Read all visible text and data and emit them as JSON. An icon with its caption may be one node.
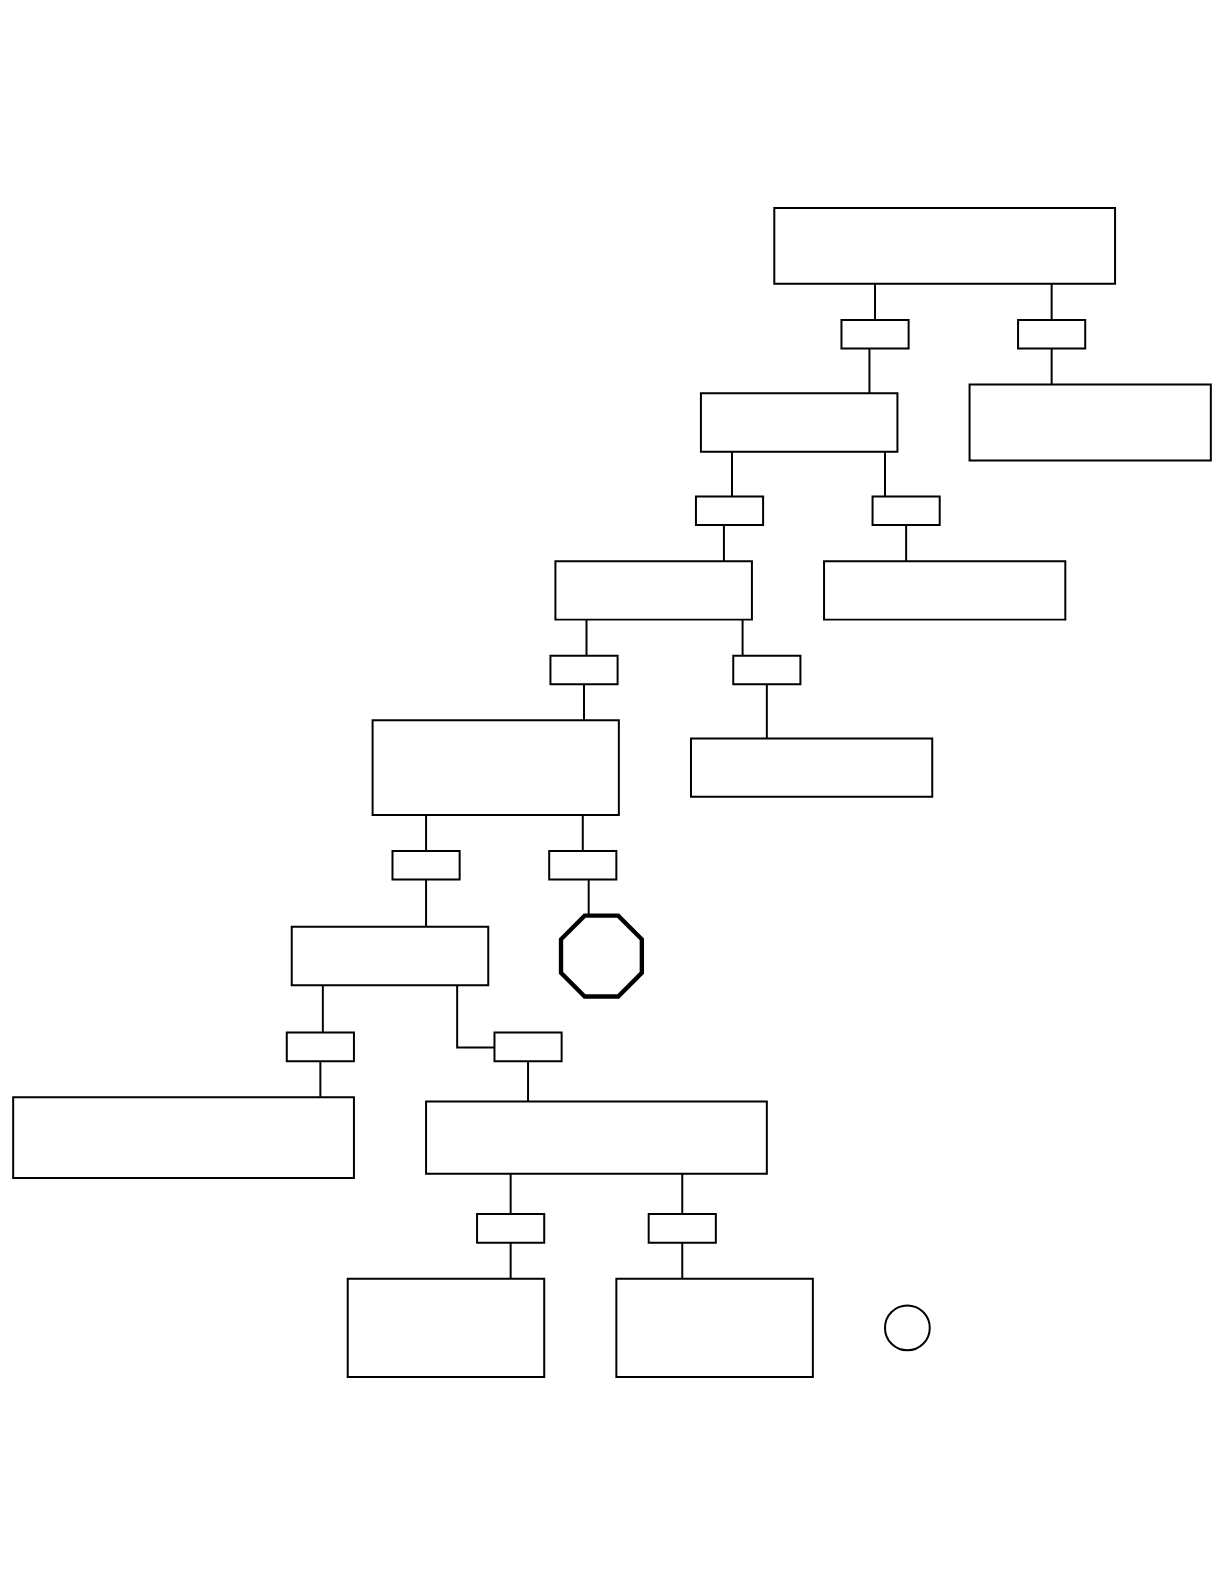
{
  "diagram": {
    "nodes": [
      {
        "text": [],
        "shape": "box"
      },
      {
        "text": [],
        "shape": "box"
      },
      {
        "text": [],
        "shape": "box"
      },
      {
        "text": [],
        "shape": "box"
      },
      {
        "text": [],
        "shape": "box"
      },
      {
        "text": [],
        "shape": "box"
      },
      {
        "text": [],
        "shape": "box"
      },
      {
        "text": [],
        "shape": "box"
      },
      {
        "text": [],
        "shape": "box"
      },
      {
        "text": [],
        "shape": "box"
      },
      {
        "text": [],
        "shape": "box"
      },
      {
        "text": [],
        "shape": "box"
      },
      {
        "text": [],
        "shape": "box"
      },
      {
        "text": [],
        "shape": "box"
      },
      {
        "text": [],
        "shape": "box"
      },
      {
        "text": [],
        "shape": "box"
      },
      {
        "text": [],
        "shape": "octagon"
      },
      {
        "text": [],
        "shape": "box"
      },
      {
        "text": [],
        "shape": "box"
      },
      {
        "text": [],
        "shape": "box"
      },
      {
        "text": [],
        "shape": "box"
      },
      {
        "text": [],
        "shape": "box"
      },
      {
        "text": [],
        "shape": "box"
      },
      {
        "text": [],
        "shape": "box"
      },
      {
        "text": [],
        "shape": "box"
      },
      {
        "text": [],
        "shape": "circle"
      }
    ],
    "edges": [
      {
        "from": 0,
        "to": 1,
        "arrow": "none"
      },
      {
        "from": 0,
        "to": 2,
        "arrow": "none"
      },
      {
        "from": 1,
        "to": 3,
        "arrow": "none"
      },
      {
        "from": 2,
        "to": 4,
        "arrow": "none"
      },
      {
        "from": 3,
        "to": 5,
        "arrow": "none"
      },
      {
        "from": 3,
        "to": 6,
        "arrow": "none"
      },
      {
        "from": 5,
        "to": 7,
        "arrow": "none"
      },
      {
        "from": 6,
        "to": 8,
        "arrow": "none"
      },
      {
        "from": 7,
        "to": 9,
        "arrow": "none"
      },
      {
        "from": 7,
        "to": 10,
        "arrow": "none"
      },
      {
        "from": 9,
        "to": 11,
        "arrow": "none"
      },
      {
        "from": 10,
        "to": 12,
        "arrow": "none"
      },
      {
        "from": 11,
        "to": 13,
        "arrow": "none"
      },
      {
        "from": 11,
        "to": 14,
        "arrow": "none"
      },
      {
        "from": 13,
        "to": 15,
        "arrow": "none"
      },
      {
        "from": 14,
        "to": 16,
        "arrow": "none"
      },
      {
        "from": 15,
        "to": 17,
        "arrow": "none"
      },
      {
        "from": 15,
        "to": 18,
        "arrow": "none"
      },
      {
        "from": 17,
        "to": 19,
        "arrow": "none"
      },
      {
        "from": 18,
        "to": 20,
        "arrow": "none"
      },
      {
        "from": 20,
        "to": 21,
        "arrow": "none"
      },
      {
        "from": 20,
        "to": 22,
        "arrow": "none"
      },
      {
        "from": 21,
        "to": 23,
        "arrow": "none"
      },
      {
        "from": 22,
        "to": 24,
        "arrow": "none"
      }
    ]
  }
}
